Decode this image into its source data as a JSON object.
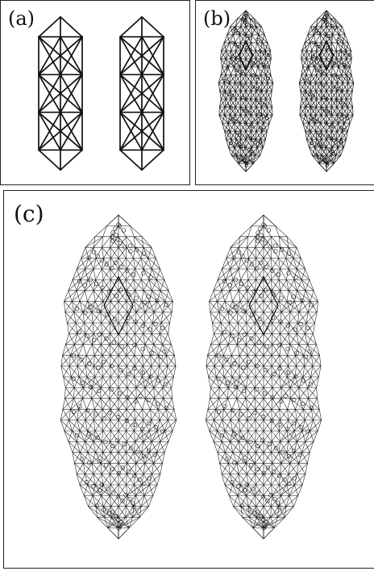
{
  "figure": {
    "panels": [
      {
        "id": "a",
        "label": "(a)",
        "iterations": 1
      },
      {
        "id": "b",
        "label": "(b)",
        "iterations": 2
      },
      {
        "id": "c",
        "label": "(c)",
        "iterations": 3
      }
    ],
    "line_color": "#111111",
    "copies_per_panel": 2
  }
}
